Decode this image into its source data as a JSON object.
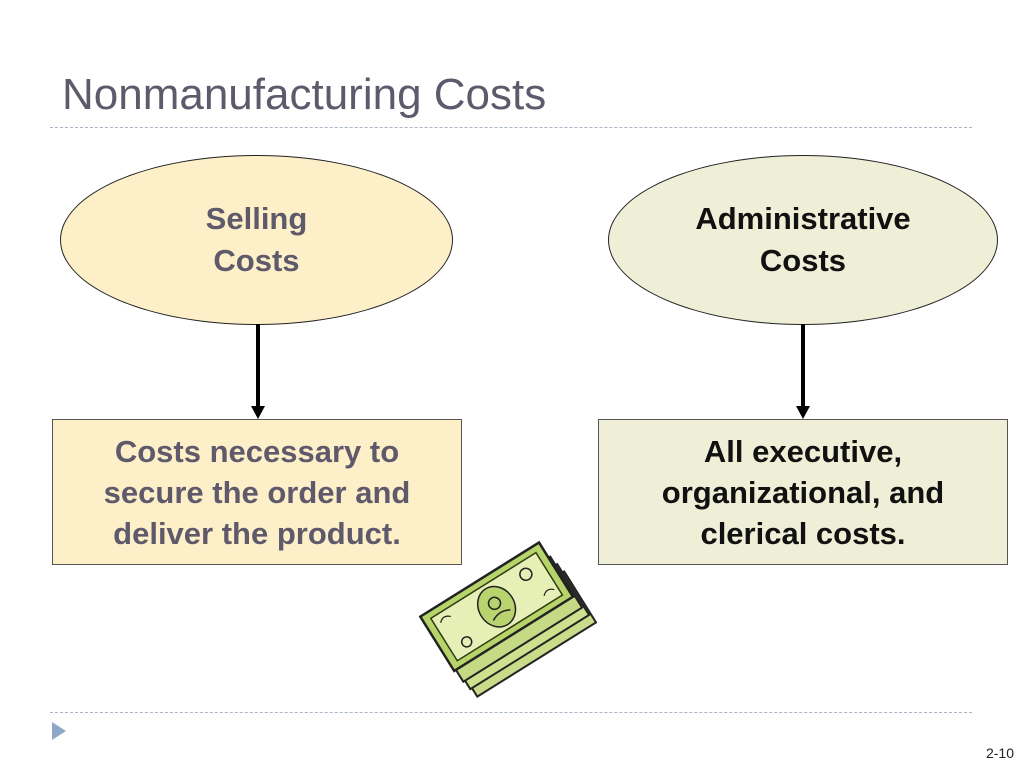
{
  "slide": {
    "title": "Nonmanufacturing Costs",
    "page_number": "2-10"
  },
  "diagram": {
    "left": {
      "heading_line1": "Selling",
      "heading_line2": "Costs",
      "description": "Costs necessary to secure the order and deliver the product.",
      "ellipse_color": "#fdf0c8",
      "box_color": "#fdf0c8",
      "text_color": "#5f5a6b"
    },
    "right": {
      "heading_line1": "Administrative",
      "heading_line2": "Costs",
      "description": "All executive, organizational, and clerical costs.",
      "ellipse_color": "#eeefd6",
      "box_color": "#eeefd6",
      "text_color": "#111111"
    }
  },
  "clipart": "money-stack-icon",
  "accent_bullet_color": "#8ea9c8"
}
